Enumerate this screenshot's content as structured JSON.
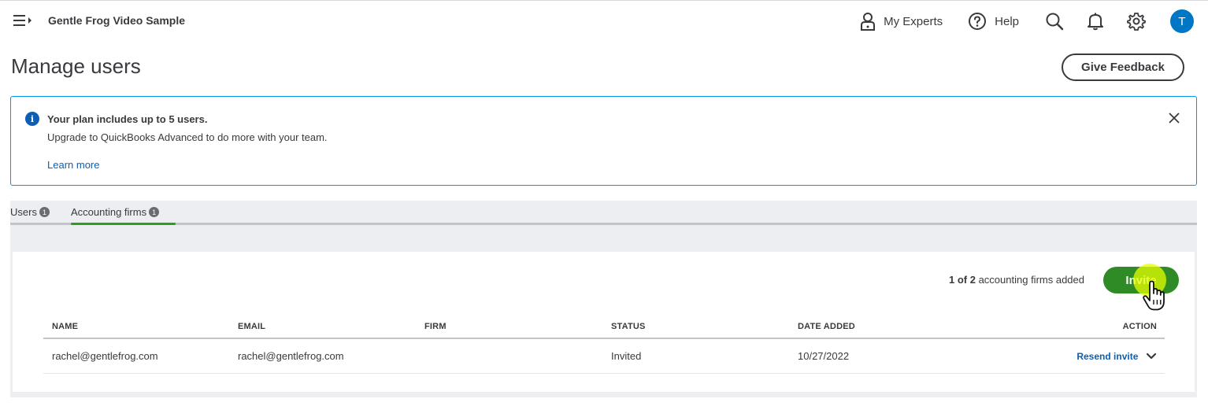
{
  "header": {
    "company_name": "Gentle Frog Video Sample",
    "my_experts_label": "My Experts",
    "help_label": "Help",
    "avatar_initial": "T",
    "icons": [
      "menu-icon",
      "experts-icon",
      "help-icon",
      "search-icon",
      "bell-icon",
      "gear-icon"
    ]
  },
  "page": {
    "title": "Manage users",
    "feedback_label": "Give Feedback"
  },
  "banner": {
    "title": "Your plan includes up to 5 users.",
    "text": "Upgrade to QuickBooks Advanced to do more with your team.",
    "link": "Learn more",
    "icon": "info-icon"
  },
  "tabs": [
    {
      "label": "Users",
      "count": "1"
    },
    {
      "label": "Accounting firms",
      "count": "1",
      "active": true
    }
  ],
  "firms": {
    "added_count": "1 of 2",
    "added_suffix": " accounting firms added",
    "invite_label": "Invite",
    "columns": {
      "name": "NAME",
      "email": "EMAIL",
      "firm": "FIRM",
      "status": "STATUS",
      "date_added": "DATE ADDED",
      "action": "ACTION"
    },
    "rows": [
      {
        "name": "rachel@gentlefrog.com",
        "email": "rachel@gentlefrog.com",
        "firm": "",
        "status": "Invited",
        "date_added": "10/27/2022",
        "action": "Resend invite"
      }
    ]
  },
  "colors": {
    "brand_green": "#2e8b26",
    "tab_underline": "#2ca01c",
    "link_blue": "#0d5fb3",
    "avatar_blue": "#0077c5",
    "banner_border": "#0097e6"
  }
}
